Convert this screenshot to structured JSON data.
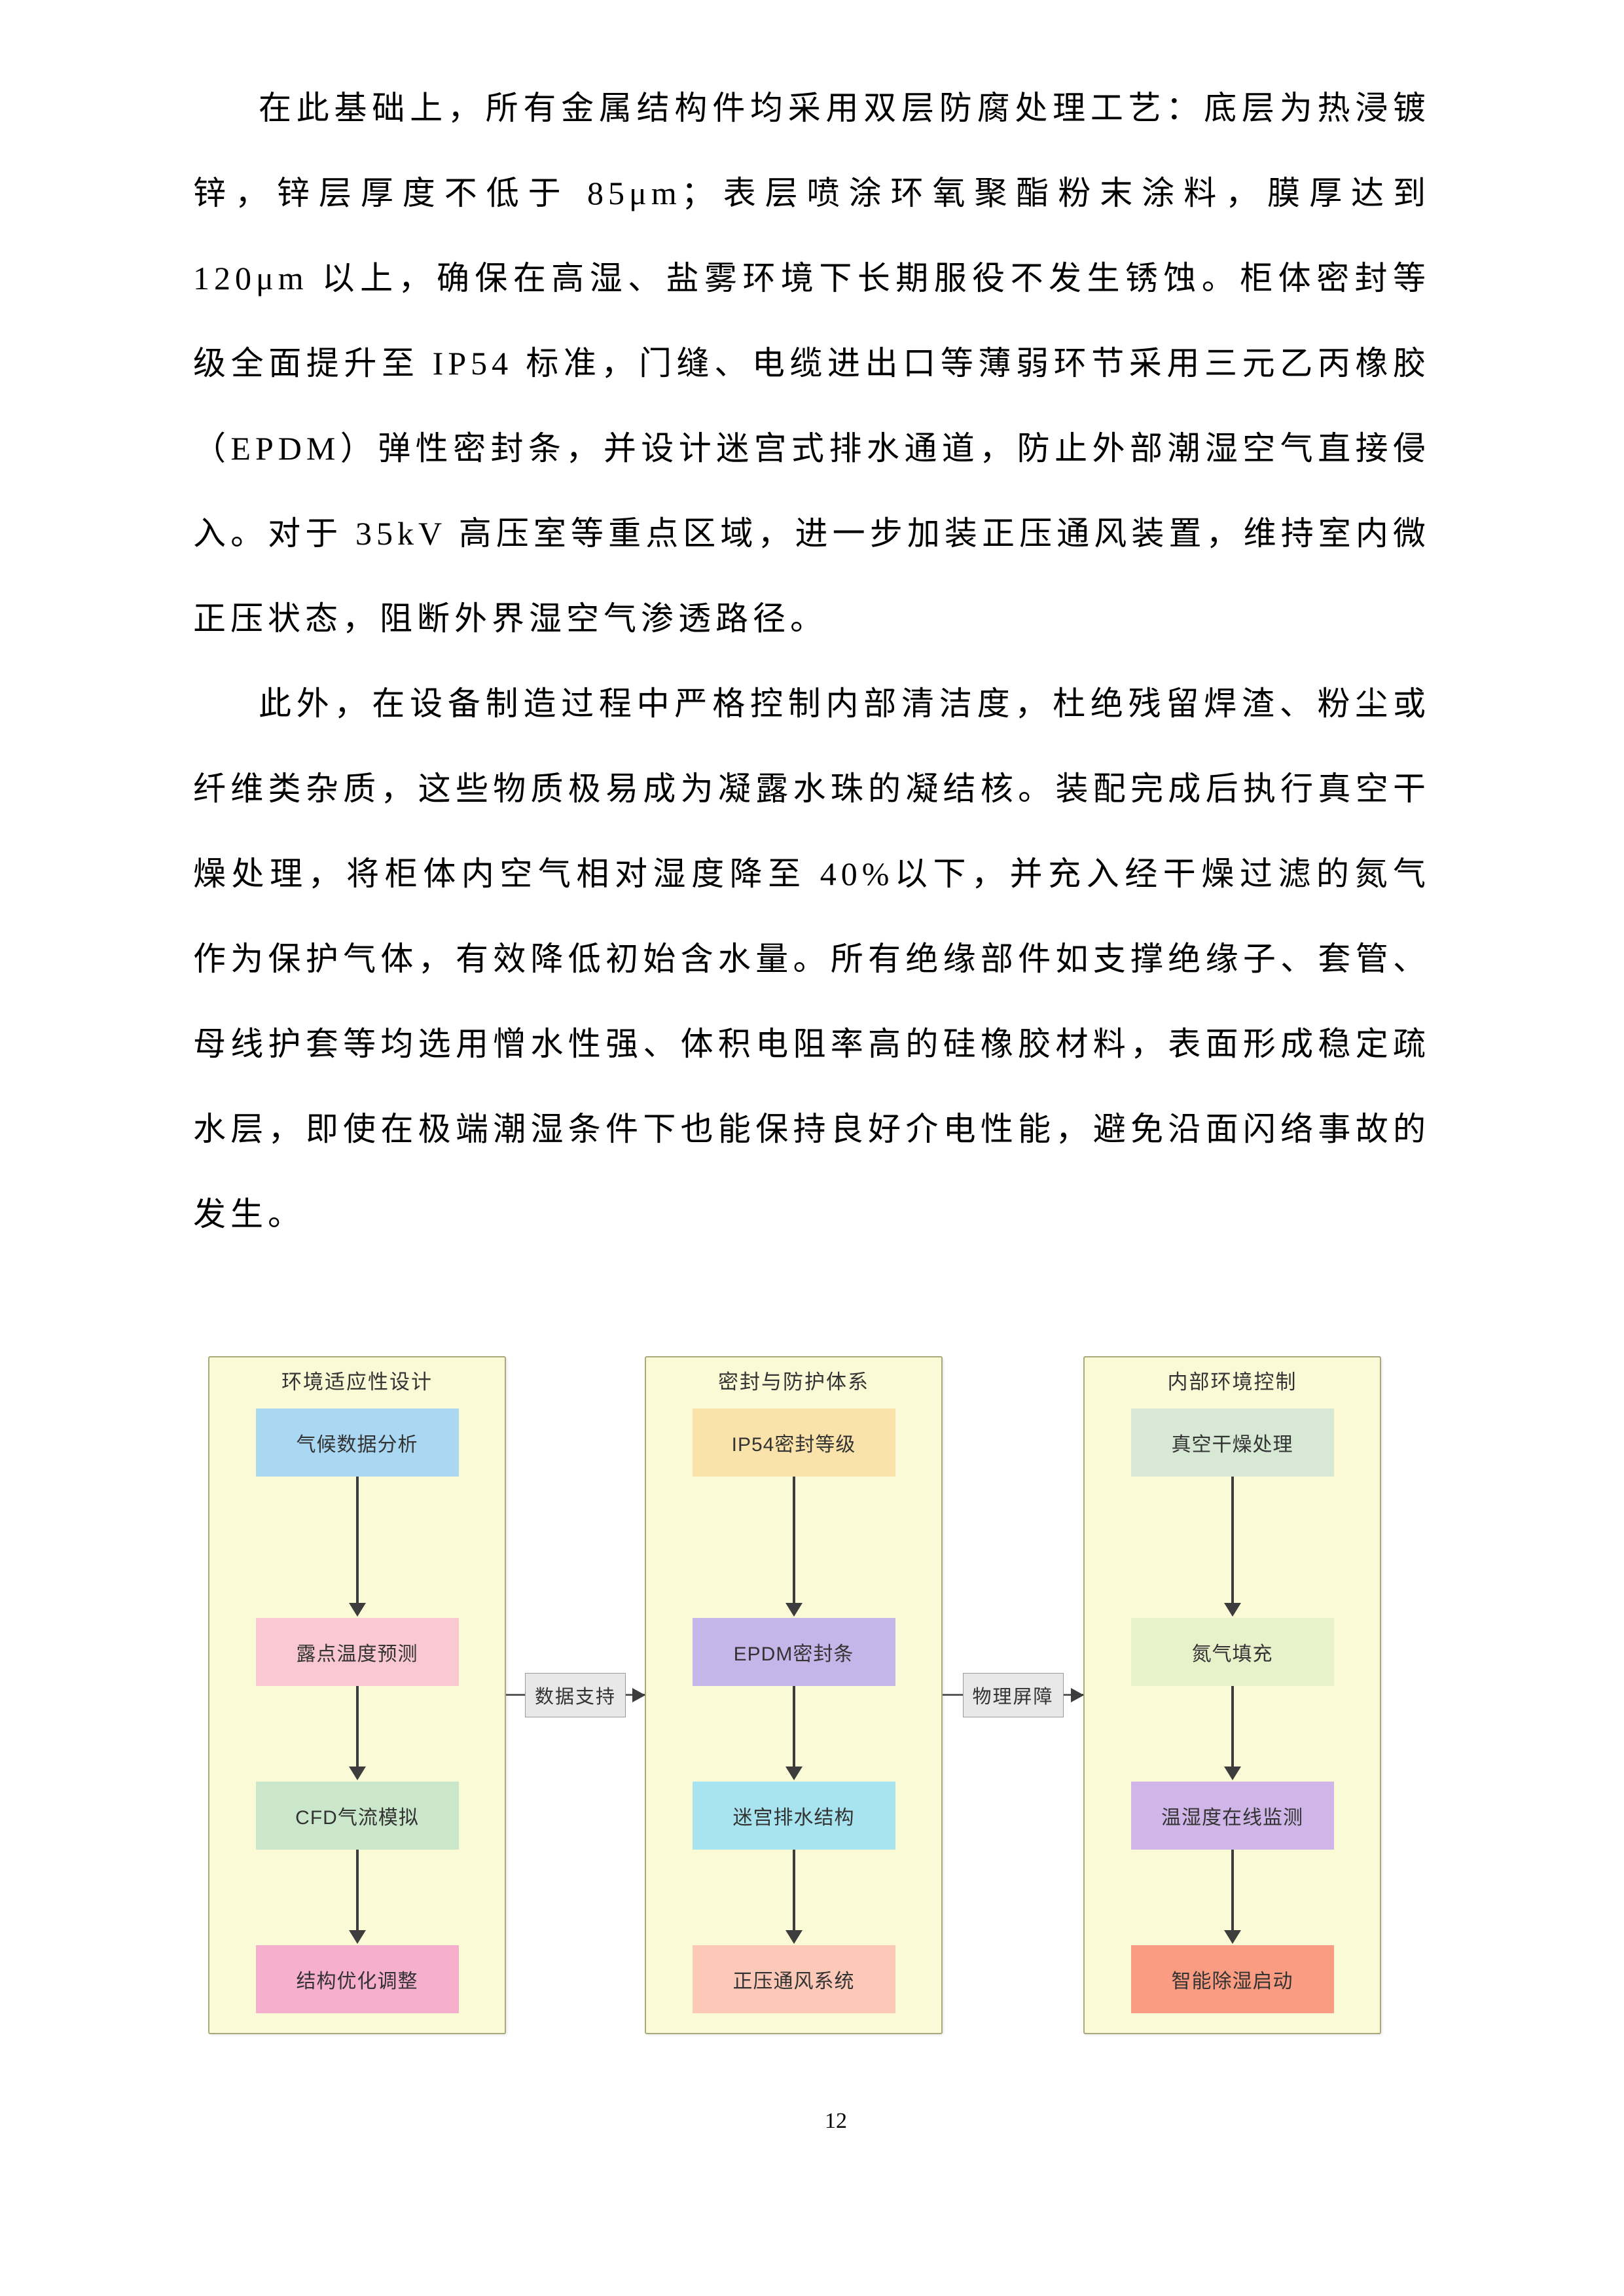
{
  "page": {
    "number": "12",
    "paragraphs": [
      "在此基础上，所有金属结构件均采用双层防腐处理工艺：底层为热浸镀锌，锌层厚度不低于 85μm；表层喷涂环氧聚酯粉末涂料，膜厚达到 120μm 以上，确保在高湿、盐雾环境下长期服役不发生锈蚀。柜体密封等级全面提升至 IP54 标准，门缝、电缆进出口等薄弱环节采用三元乙丙橡胶（EPDM）弹性密封条，并设计迷宫式排水通道，防止外部潮湿空气直接侵入。对于 35kV 高压室等重点区域，进一步加装正压通风装置，维持室内微正压状态，阻断外界湿空气渗透路径。",
      "此外，在设备制造过程中严格控制内部清洁度，杜绝残留焊渣、粉尘或纤维类杂质，这些物质极易成为凝露水珠的凝结核。装配完成后执行真空干燥处理，将柜体内空气相对湿度降至 40%以下，并充入经干燥过滤的氮气作为保护气体，有效降低初始含水量。所有绝缘部件如支撑绝缘子、套管、母线护套等均选用憎水性强、体积电阻率高的硅橡胶材料，表面形成稳定疏水层，即使在极端潮湿条件下也能保持良好介电性能，避免沿面闪络事故的发生。"
    ]
  },
  "diagram": {
    "panel_fill": "#fbfad7",
    "panel_border": "#a9a97b",
    "arrow_color": "#3d3d3d",
    "label_fill": "#e8e8e8",
    "panels": [
      {
        "title": "环境适应性设计",
        "nodes": [
          {
            "label": "气候数据分析",
            "fill": "#aad8f3"
          },
          {
            "label": "露点温度预测",
            "fill": "#f9c8d2"
          },
          {
            "label": "CFD气流模拟",
            "fill": "#cbe7cb"
          },
          {
            "label": "结构优化调整",
            "fill": "#f7afce"
          }
        ]
      },
      {
        "title": "密封与防护体系",
        "nodes": [
          {
            "label": "IP54密封等级",
            "fill": "#fae3aa"
          },
          {
            "label": "EPDM密封条",
            "fill": "#c6b5e8"
          },
          {
            "label": "迷宫排水结构",
            "fill": "#a8e4f0"
          },
          {
            "label": "正压通风系统",
            "fill": "#fcc9b9"
          }
        ]
      },
      {
        "title": "内部环境控制",
        "nodes": [
          {
            "label": "真空干燥处理",
            "fill": "#d7e8d4"
          },
          {
            "label": "氮气填充",
            "fill": "#e9f1cb"
          },
          {
            "label": "温湿度在线监测",
            "fill": "#d0b6e8"
          },
          {
            "label": "智能除湿启动",
            "fill": "#f99c81"
          }
        ]
      }
    ],
    "connectors": [
      {
        "label": "数据支持"
      },
      {
        "label": "物理屏障"
      }
    ]
  }
}
